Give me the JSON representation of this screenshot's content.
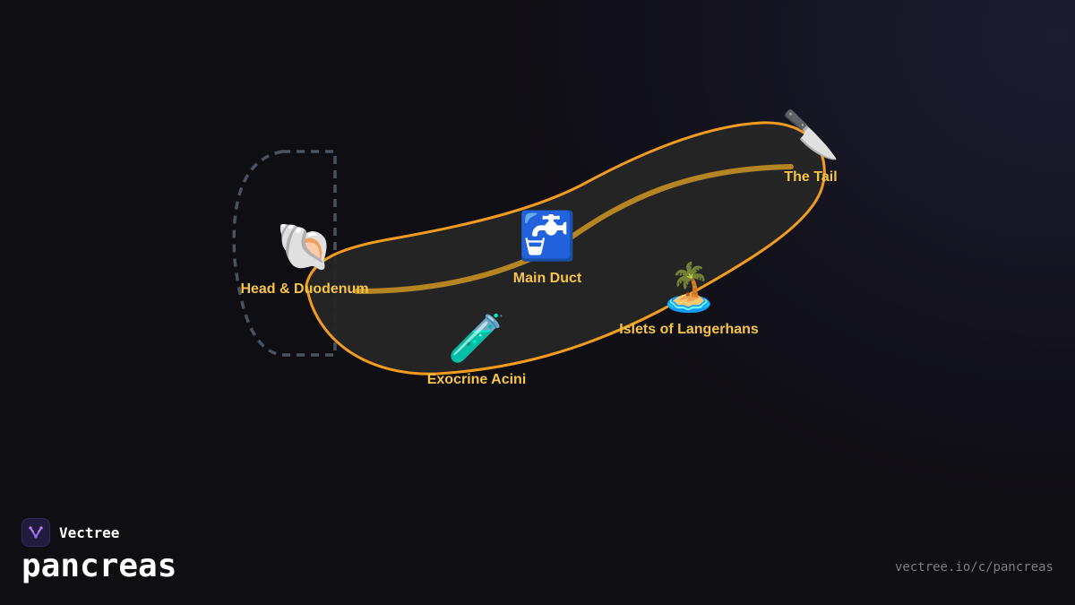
{
  "diagram": {
    "nodes": [
      {
        "id": "head",
        "label": "Head & Duodenum",
        "icon": "🐚",
        "icon_name": "spiral-shell-icon"
      },
      {
        "id": "duct",
        "label": "Main Duct",
        "icon": "🚰",
        "icon_name": "potable-water-icon"
      },
      {
        "id": "acini",
        "label": "Exocrine Acini",
        "icon": "🧪",
        "icon_name": "test-tube-icon"
      },
      {
        "id": "islets",
        "label": "Islets of Langerhans",
        "icon": "🏝️",
        "icon_name": "desert-island-icon"
      },
      {
        "id": "tail",
        "label": "The Tail",
        "icon": "🔪",
        "icon_name": "kitchen-knife-icon"
      }
    ],
    "colors": {
      "background": "#0f0e13",
      "outline": "#f29c1f",
      "fill": "#262626",
      "duct": "#b58423",
      "duodenum": "#4a5260",
      "label": "#f6c445"
    }
  },
  "brand": {
    "name": "Vectree",
    "logo_icon": "vectree-logo-icon"
  },
  "page": {
    "title": "pancreas",
    "url": "vectree.io/c/pancreas"
  }
}
